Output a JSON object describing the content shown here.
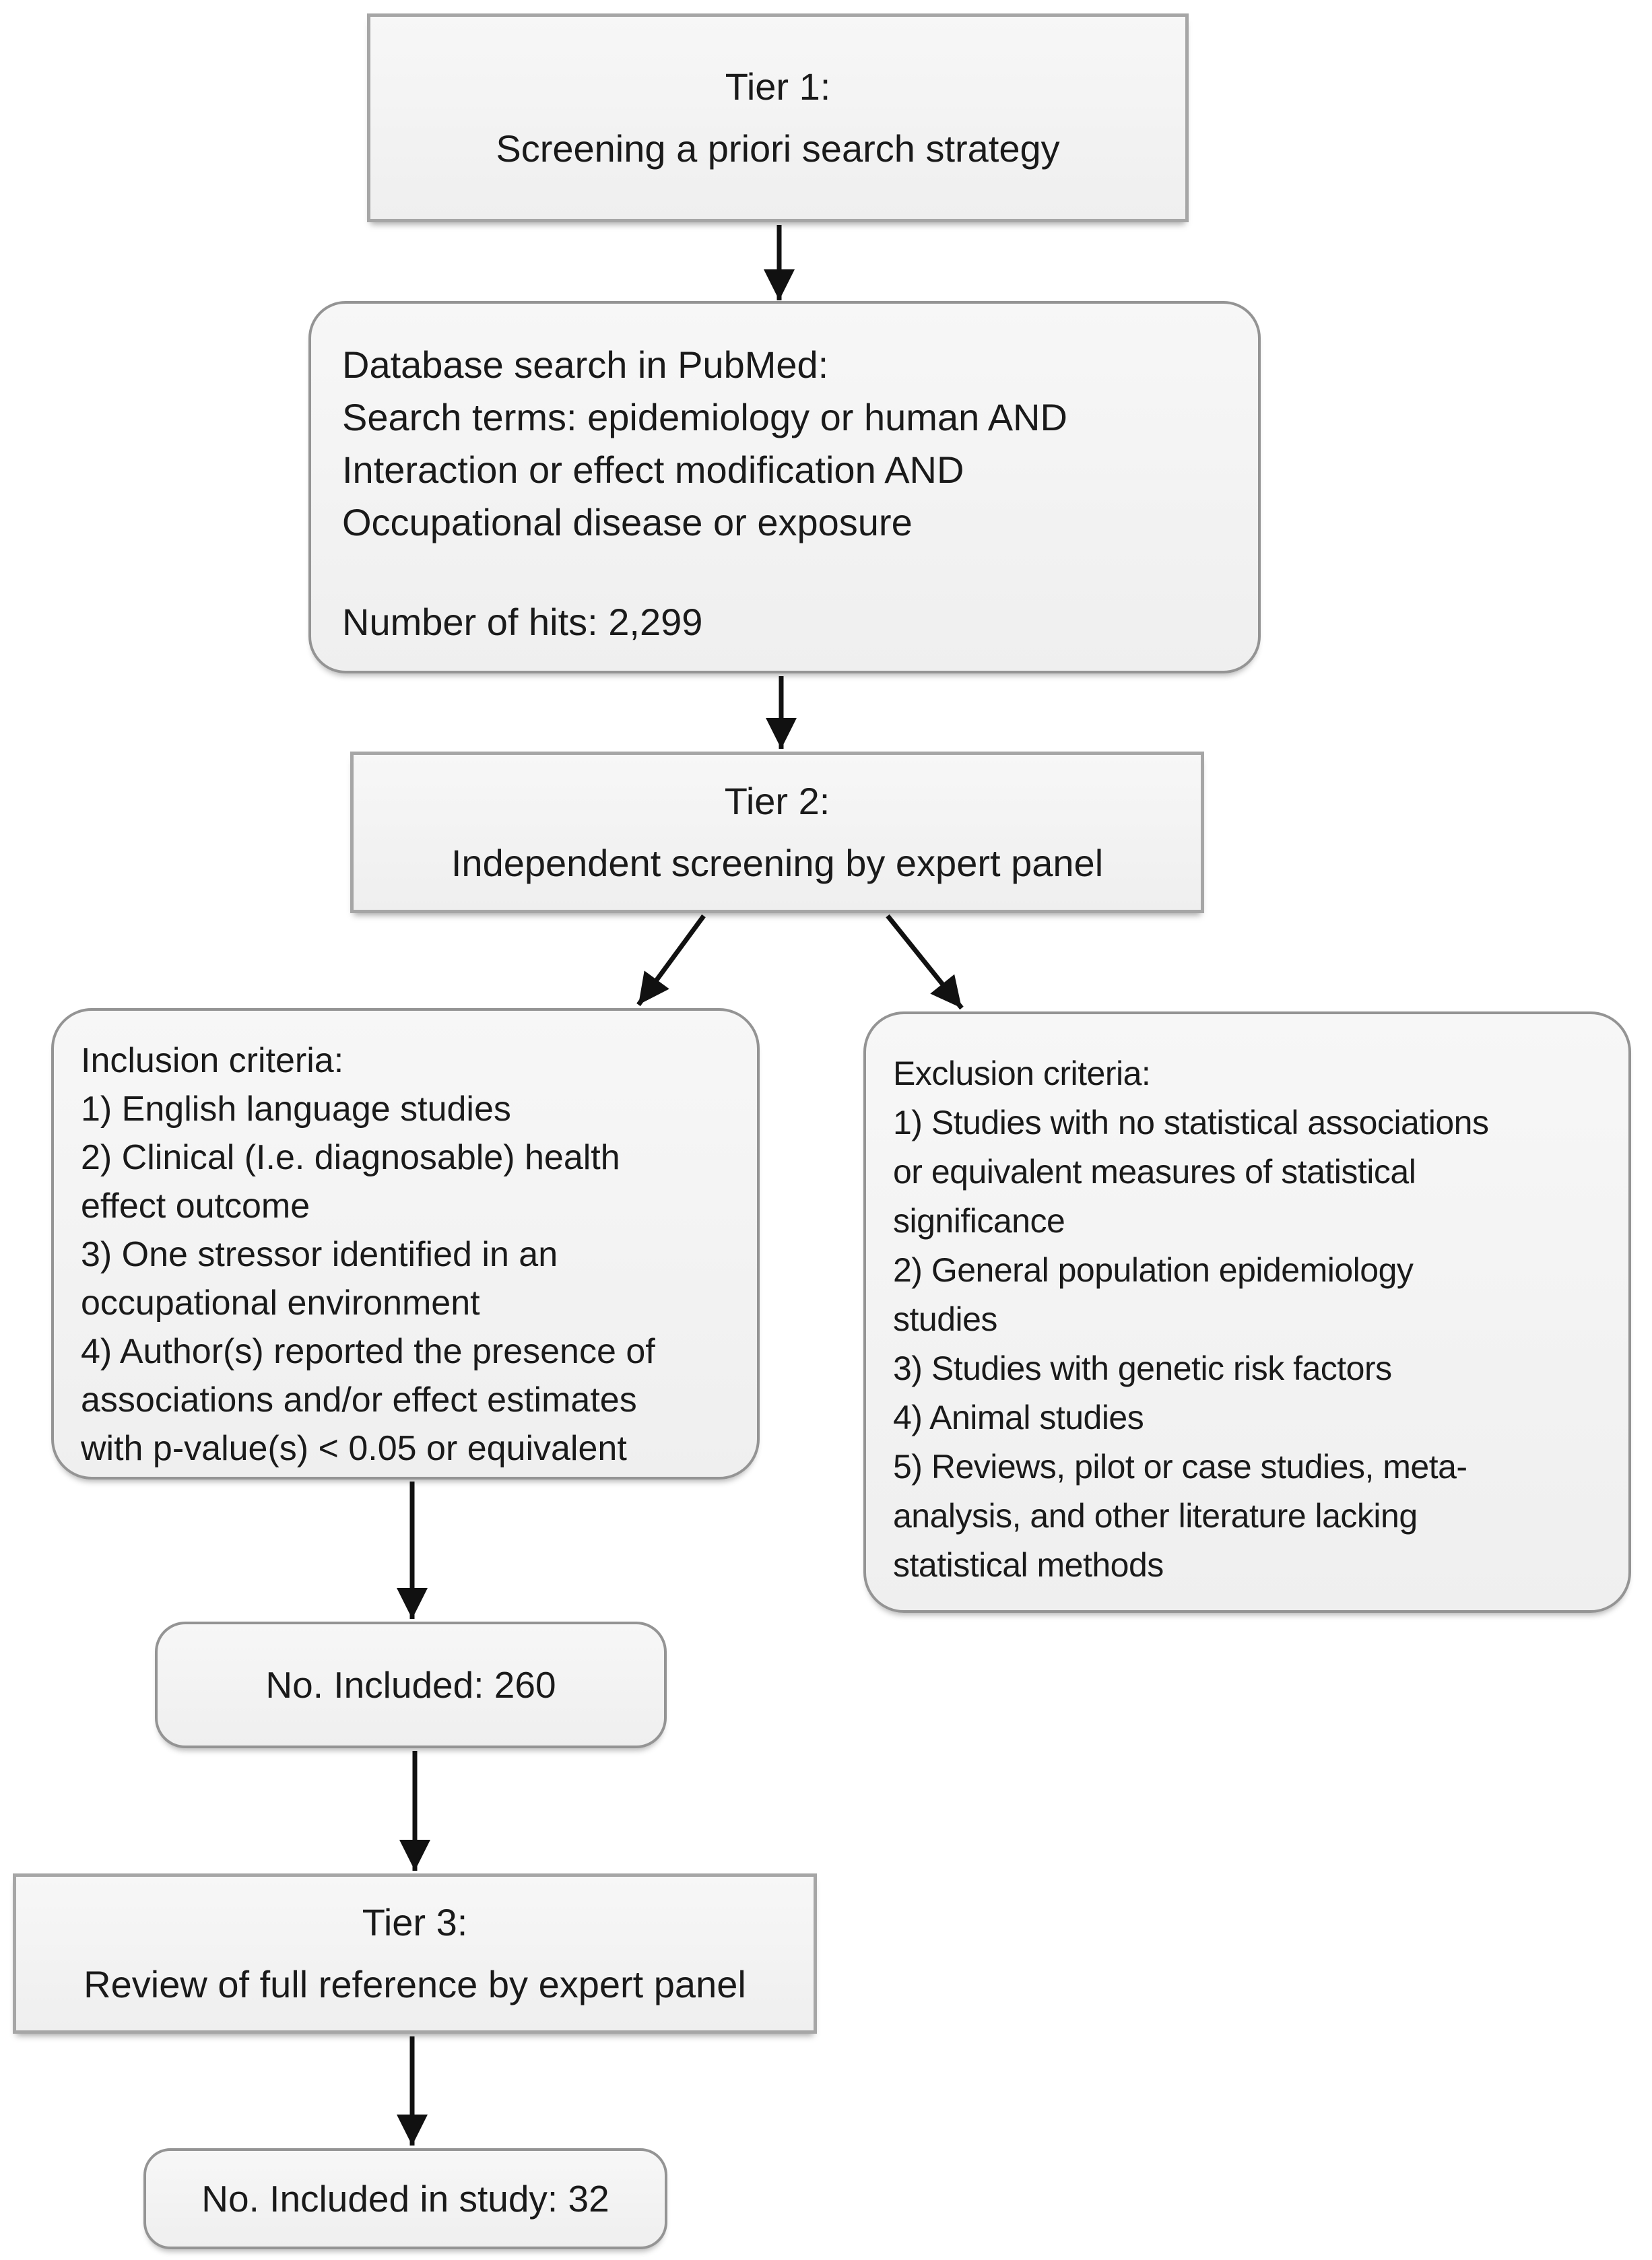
{
  "colors": {
    "background": "#ffffff",
    "box_fill": "#f3f3f3",
    "box_border": "#a0a0a0",
    "arrow": "#111111"
  },
  "diagram": {
    "tier1": {
      "line1": "Tier 1:",
      "line2": "Screening a priori search strategy"
    },
    "database": {
      "lines": [
        "Database search in PubMed:",
        "Search terms: epidemiology or human AND",
        "Interaction or effect modification AND",
        "Occupational disease or exposure"
      ],
      "hits": "Number of hits: 2,299"
    },
    "tier2": {
      "line1": "Tier 2:",
      "line2": "Independent screening by expert panel"
    },
    "inclusion": {
      "lines": [
        "Inclusion criteria:",
        "1) English language studies",
        "2) Clinical (I.e. diagnosable) health",
        "effect outcome",
        "3) One stressor identified in an",
        "occupational environment",
        "4) Author(s) reported the presence of",
        "associations and/or effect estimates",
        "with p-value(s) < 0.05 or equivalent"
      ]
    },
    "exclusion": {
      "lines": [
        "Exclusion criteria:",
        "1) Studies with no statistical associations",
        "or equivalent measures of statistical",
        "significance",
        "2) General population epidemiology",
        "studies",
        "3) Studies with genetic risk factors",
        "4) Animal studies",
        "5) Reviews, pilot or case studies, meta-",
        "analysis, and other literature lacking",
        "statistical methods"
      ]
    },
    "included260": {
      "label": "No. Included: 260"
    },
    "tier3": {
      "line1": "Tier 3:",
      "line2": "Review of full reference by expert panel"
    },
    "included32": {
      "label": "No. Included in study: 32"
    }
  }
}
